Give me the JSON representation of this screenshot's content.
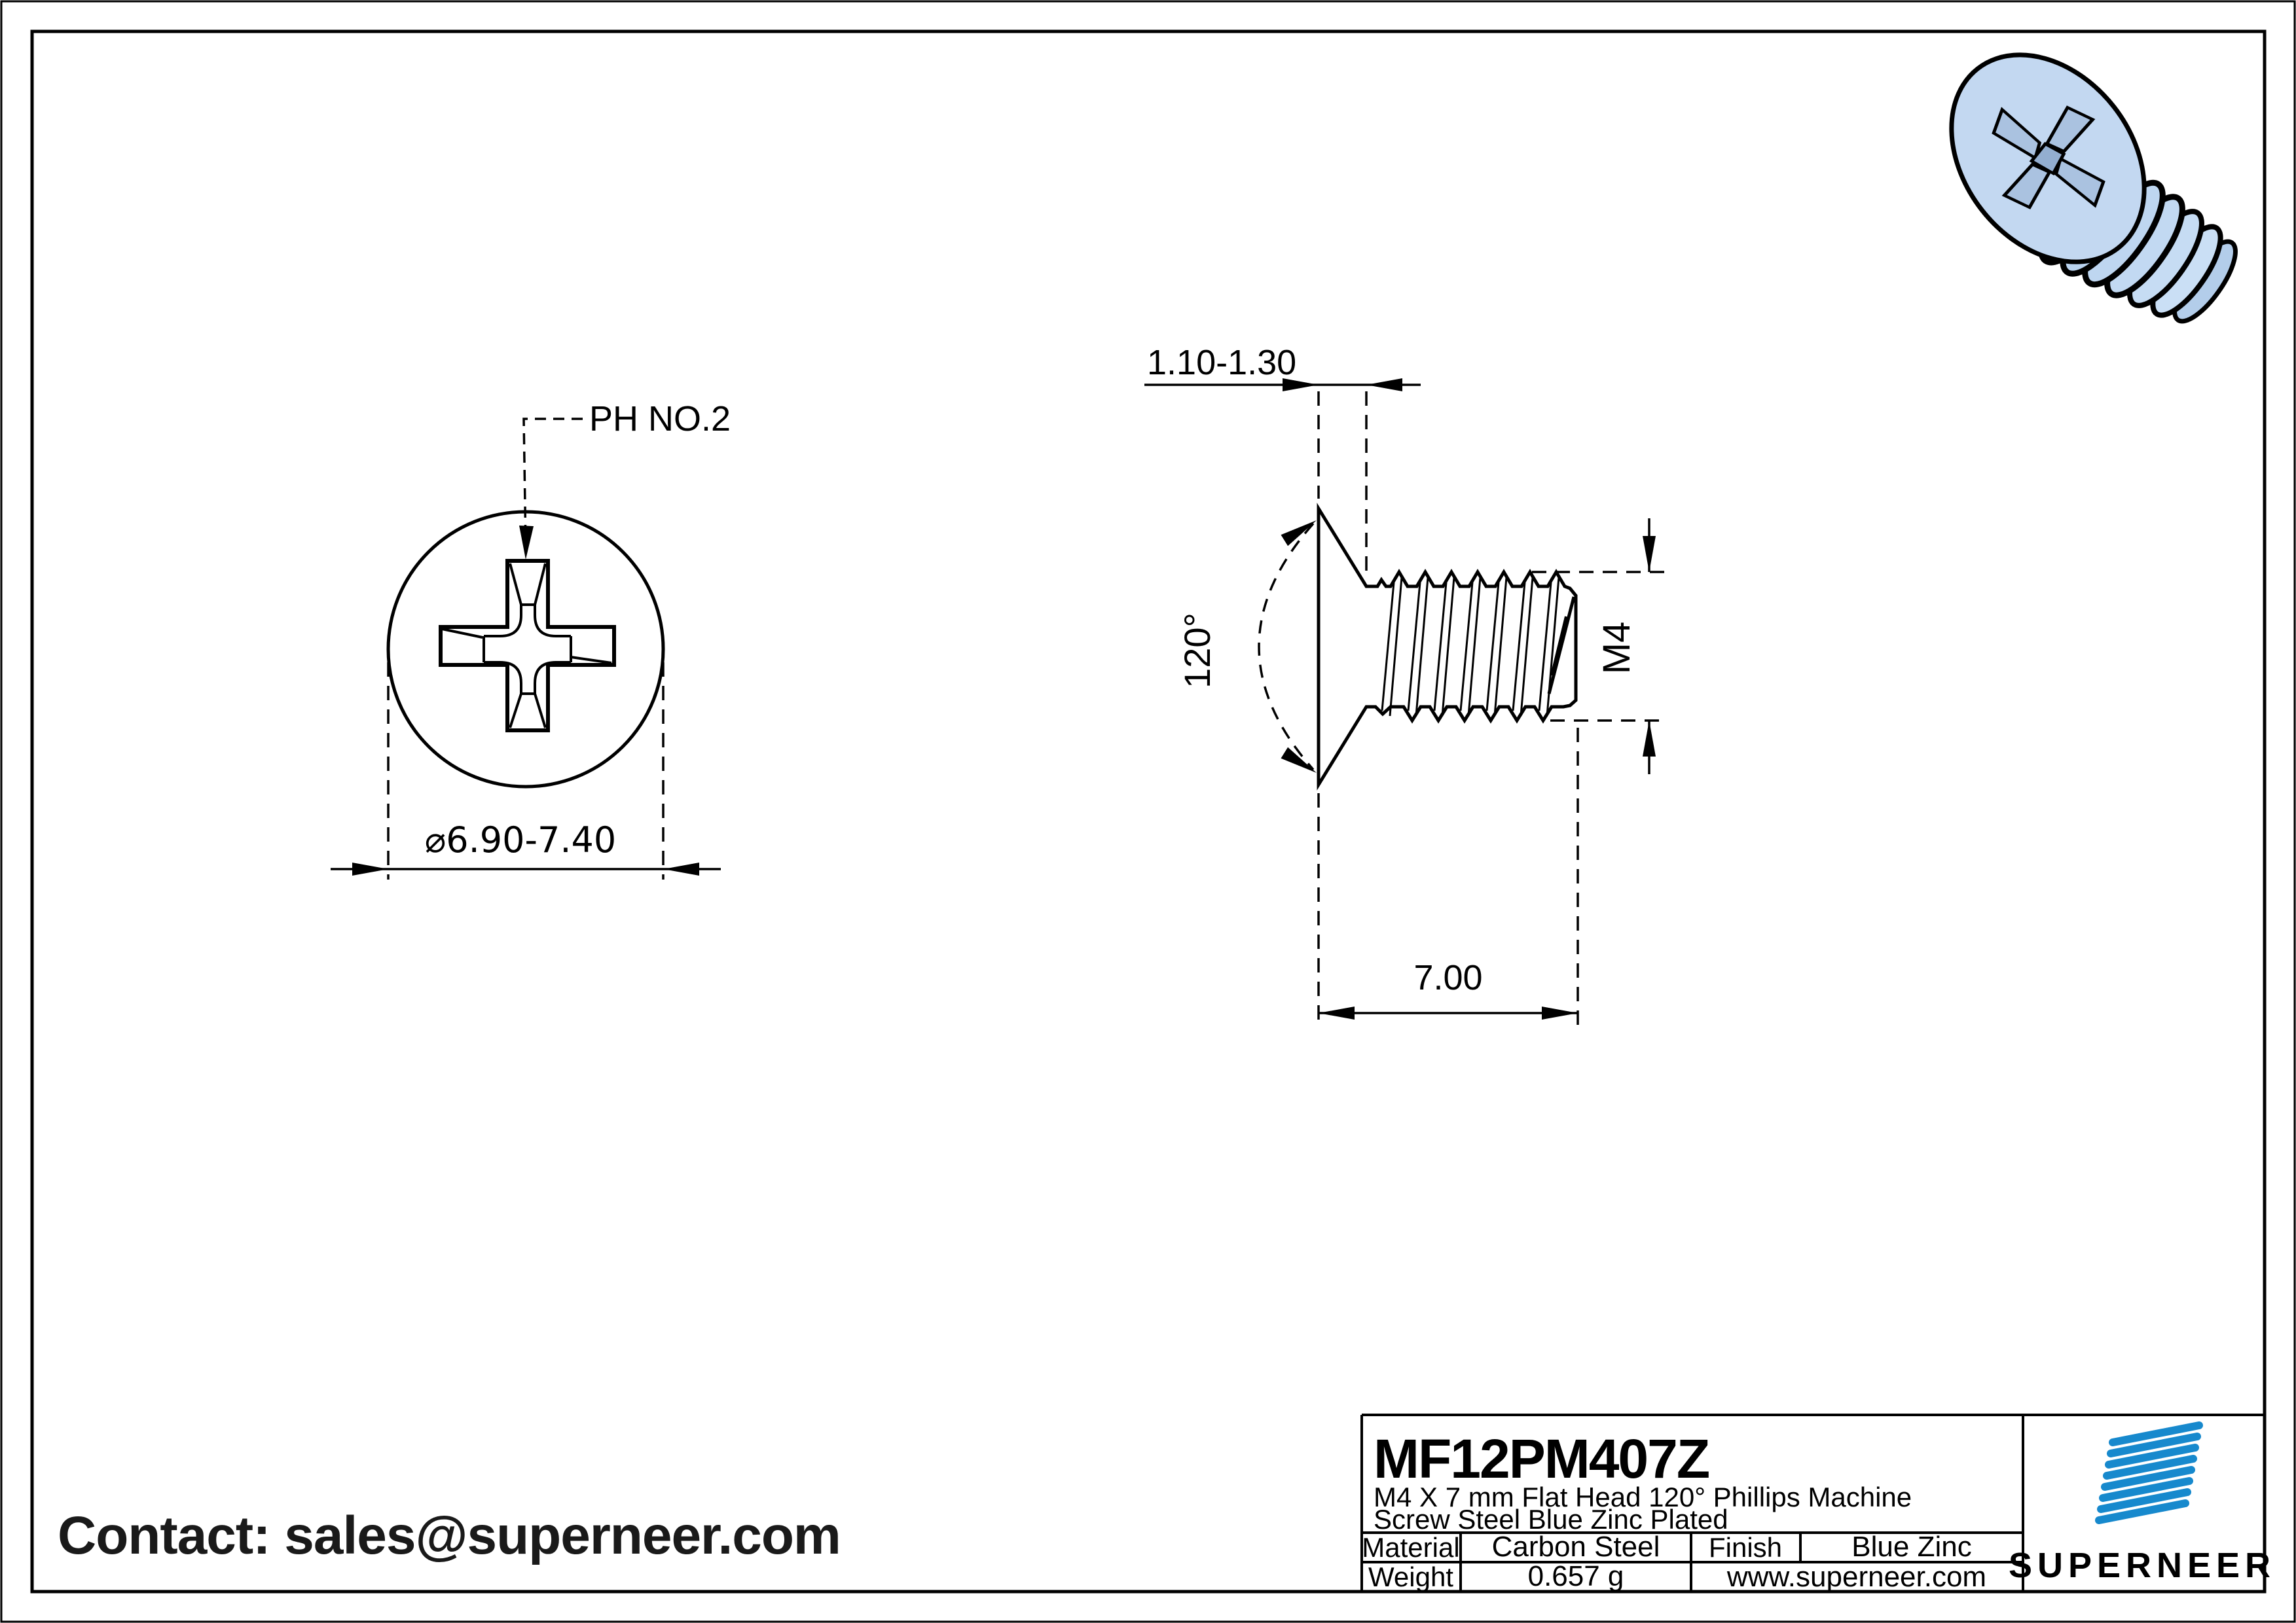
{
  "drawing": {
    "front_view": {
      "recess_label": "PH NO.2",
      "diameter": "⌀6.90-7.40"
    },
    "side_view": {
      "head_height": "1.10-1.30",
      "angle": "120°",
      "thread_size": "M4",
      "length": "7.00"
    }
  },
  "contact": {
    "text": "Contact: sales@superneer.com"
  },
  "title_block": {
    "part_number": "MF12PM407Z",
    "description_line1": "M4 X 7 mm  Flat Head 120° Phillips Machine",
    "description_line2": "Screw Steel Blue Zinc Plated",
    "material_label": "Material",
    "material_value": "Carbon Steel",
    "finish_label": "Finish",
    "finish_value": "Blue Zinc",
    "weight_label": "Weight",
    "weight_value": "0.657 g",
    "website": "www.superneer.com",
    "brand": "SUPERNEER"
  },
  "colors": {
    "brand_blue": "#1789cd",
    "link_blue": "#1e88d6",
    "screw_body": "#c3d8f1",
    "screw_shade": "#aac2e0",
    "line": "#000000"
  }
}
